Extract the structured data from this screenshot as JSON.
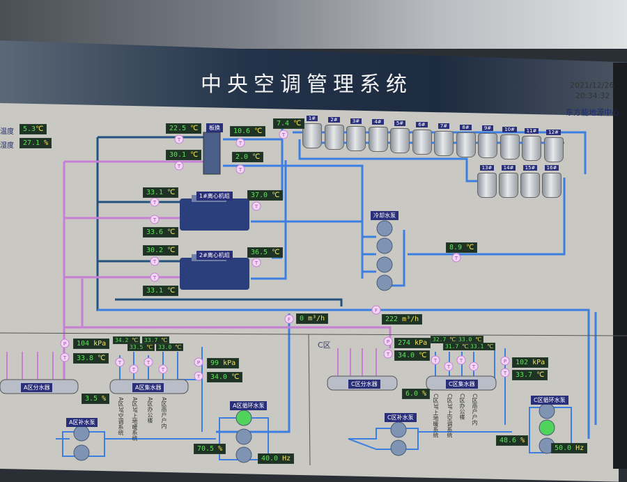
{
  "header": {
    "title": "中央空调管理系统",
    "date": "2021/12/26",
    "time": "20:34:32",
    "org": "东方能地源中心"
  },
  "outdoor": {
    "temp_label": "温度",
    "temp": "5.3",
    "hum_label": "湿度",
    "hum": "27.1"
  },
  "units": {
    "c": "℃",
    "pct": "%",
    "kpa": "kPa",
    "flow": "m³/h",
    "hz": "Hz"
  },
  "plate_exchanger": {
    "label": "板换"
  },
  "towers": [
    "1#",
    "2#",
    "3#",
    "4#",
    "5#",
    "6#",
    "7#",
    "8#",
    "9#",
    "10#",
    "11#",
    "12#",
    "13#",
    "14#",
    "15#",
    "16#"
  ],
  "chillers": [
    {
      "label": "1#离心机组"
    },
    {
      "label": "2#离心机组"
    }
  ],
  "cooling_pump_label": "冷却水泵",
  "zone_c_label": "C区",
  "readings": {
    "hx_in_hot": "22.5",
    "hx_out_hot": "30.1",
    "hx_in_cold": "10.6",
    "hx_out_cold": "2.0",
    "tower_supply": "7.4",
    "ch1_a": "33.1",
    "ch1_b": "33.6",
    "ch1_out": "37.0",
    "ch2_a": "30.2",
    "ch2_b": "33.1",
    "ch2_out": "36.5",
    "cooling_ret": "8.9",
    "flow1": "0",
    "flow2": "222",
    "a_supply_p": "104",
    "a_supply_t": "33.8",
    "a_valve": "3.5",
    "a_t1": "34.2",
    "a_t2": "33.5",
    "a_t3": "33.7",
    "a_t4": "33.0",
    "a_return_p": "99",
    "a_return_t": "34.0",
    "a_pump_valve": "70.5",
    "a_freq": "40.0",
    "c_supply_p": "274",
    "c_supply_t": "34.0",
    "c_valve": "6.0",
    "c_t1": "32.7",
    "c_t2": "31.7",
    "c_t3": "33.0",
    "c_t4": "33.1",
    "c_return_p": "102",
    "c_return_t": "33.7",
    "c_pump_valve": "48.6",
    "c_freq": "50.0"
  },
  "zone_a": {
    "distributor": "A区分水器",
    "collector": "A区集水器",
    "makeup_pump": "A区补水泵",
    "circ_pump": "A区循环水泵",
    "branches": [
      "A区3F空调系统",
      "A区3F上地暖系统",
      "A区办公楼",
      "A区商户户内"
    ]
  },
  "zone_c": {
    "distributor": "C区分水器",
    "collector": "C区集水器",
    "makeup_pump": "C区补水泵",
    "circ_pump": "C区循环水泵",
    "branches": [
      "C区3F上地暖系统",
      "C区3F上空调系统",
      "C区办公楼",
      "C区商户户内"
    ]
  },
  "colors": {
    "pipe_blue": "#3d7fe0",
    "pipe_dark": "#24527e",
    "pipe_pink": "#c77fd6",
    "readout_green": "#5ee45a",
    "running_pump": "#4fd35a"
  }
}
